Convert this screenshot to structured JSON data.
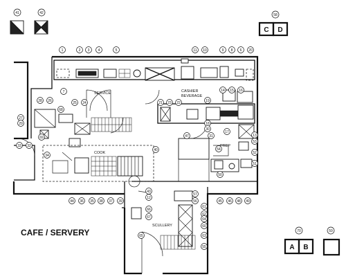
{
  "labels": {
    "title": "CAFE / SERVERY",
    "service": "SERVICE",
    "cashier": "CASHIER",
    "beverage": "BEVERAGE",
    "cook": "COOK",
    "prep": "PREP",
    "scullery": "SCULLERY"
  },
  "legend": {
    "top_left_a": "41",
    "top_left_b": "42",
    "top_right": "58",
    "top_right_letters": [
      "C",
      "D"
    ],
    "bottom_mid": "70",
    "bottom_mid_letters": [
      "A",
      "B"
    ],
    "bottom_right": "59"
  },
  "tags": [
    "1",
    "2",
    "3",
    "4",
    "5",
    "6",
    "7",
    "8",
    "9",
    "10",
    "11",
    "12",
    "13",
    "14",
    "15",
    "16",
    "17",
    "18",
    "19",
    "20",
    "21",
    "22",
    "23",
    "24",
    "25",
    "26",
    "27",
    "28",
    "29",
    "30",
    "31",
    "32",
    "33",
    "34",
    "35",
    "36",
    "37",
    "38",
    "39",
    "40",
    "43",
    "44",
    "45",
    "46",
    "47",
    "48",
    "49",
    "50",
    "51",
    "52",
    "53",
    "54",
    "55",
    "56",
    "57",
    "60",
    "61",
    "62",
    "63",
    "64",
    "65",
    "66",
    "67",
    "68",
    "69"
  ]
}
